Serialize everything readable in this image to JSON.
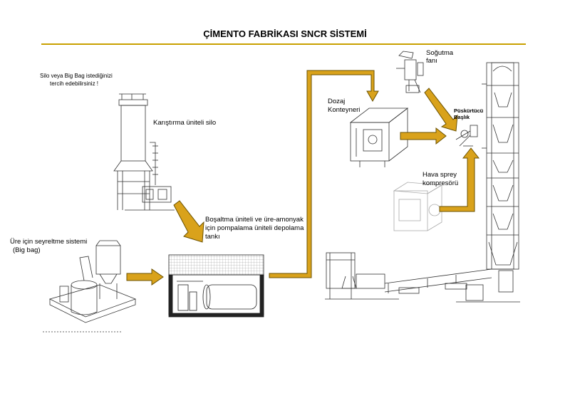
{
  "title": "ÇİMENTO FABRİKASI SNCR SİSTEMİ",
  "colors": {
    "accent": "#c8a000",
    "arrow_fill": "#d9a21b",
    "arrow_stroke": "#6b5200",
    "line": "#333333"
  },
  "notes": {
    "silo_note_1": "Silo veya Big Bag istediğinizi",
    "silo_note_2": "tercih edebilirsiniz !"
  },
  "labels": {
    "mixing_silo": "Karıştırma üniteli silo",
    "urea_1": "Üre için seyreltme sistemi",
    "urea_2": "(Big bag)",
    "unload_1": "Boşaltma üniteli ve üre-amonyak",
    "unload_2": "için pompalama üniteli depolama",
    "unload_3": "tankı",
    "dosing_1": "Dozaj",
    "dosing_2": "Konteyneri",
    "cooling_1": "Soğutma",
    "cooling_2": "fanı",
    "nozzle_1": "Püskürtücü",
    "nozzle_2": "Başlık",
    "compressor_1": "Hava sprey",
    "compressor_2": "kompresörü"
  }
}
